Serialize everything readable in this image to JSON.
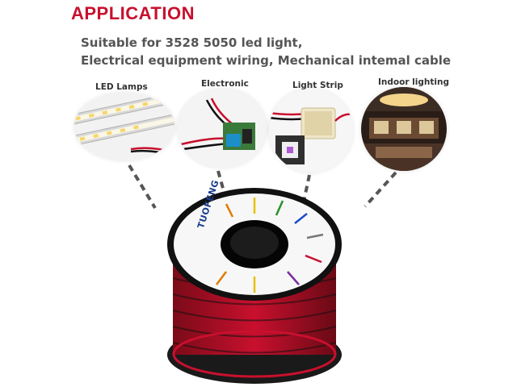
{
  "heading": "APPLICATION",
  "subtitle_lines": [
    "Suitable for 3528 5050 led light,",
    "Electrical equipment wiring, Mechanical intemal cable"
  ],
  "categories": [
    {
      "label": "LED Lamps"
    },
    {
      "label": "Electronic"
    },
    {
      "label": "Light Strip"
    },
    {
      "label": "Indoor lighting"
    }
  ],
  "spool": {
    "brand": "TUOFENG",
    "wire_colors": [
      "#c8102e",
      "#111111"
    ]
  },
  "colors": {
    "heading": "#c8102e",
    "subtitle": "#555555",
    "label": "#333333",
    "dash": "#555555"
  }
}
